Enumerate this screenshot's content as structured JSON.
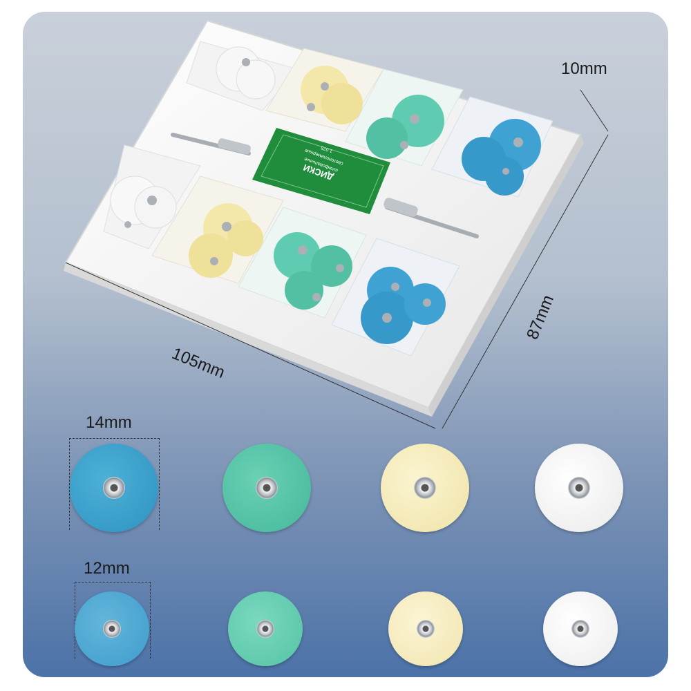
{
  "dimensions": {
    "thickness": "10mm",
    "length": "105mm",
    "width": "87mm"
  },
  "sizes": {
    "large": "14mm",
    "small": "12mm"
  },
  "tray_label": {
    "brand_line": "ДИСКИ",
    "product_line": "шлифовальные",
    "sub_line": "светополимерные",
    "code": "1.075"
  },
  "colors": {
    "blue": "#2f93c2",
    "green": "#45b79a",
    "yellow": "#efe3a8",
    "white": "#ececec",
    "label_green": "#1f8d3c"
  }
}
